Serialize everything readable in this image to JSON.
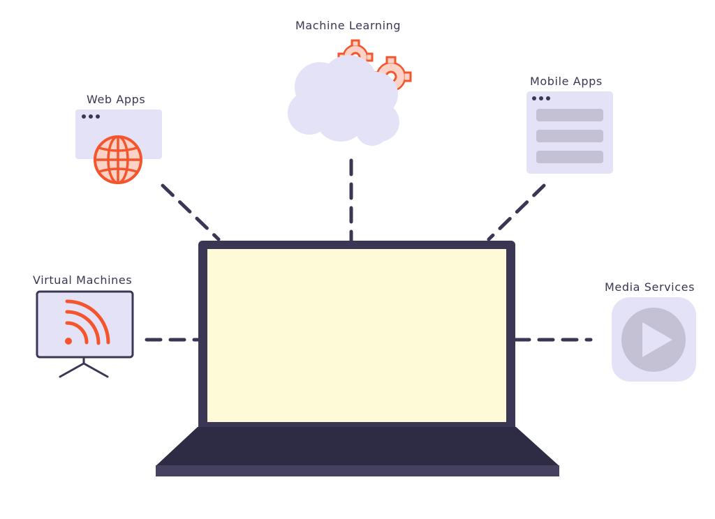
{
  "labels": {
    "machine_learning": "Machine Learning",
    "web_apps": "Web Apps",
    "mobile_apps": "Mobile Apps",
    "virtual_machines": "Virtual Machines",
    "media_services": "Media Services"
  },
  "colors": {
    "dark": "#3b3654",
    "laptop_base": "#2e2b45",
    "laptop_screen": "#fefad8",
    "lavender": "#e4e2f7",
    "gray_bar": "#c4c1d4",
    "accent": "#f4552c",
    "accent_light": "#fcd2c6"
  },
  "icons": {
    "cloud": "cloud-gears-icon",
    "browser": "browser-globe-icon",
    "mobile": "mobile-list-icon",
    "monitor": "monitor-rss-icon",
    "media": "play-button-icon",
    "laptop": "laptop-icon"
  }
}
